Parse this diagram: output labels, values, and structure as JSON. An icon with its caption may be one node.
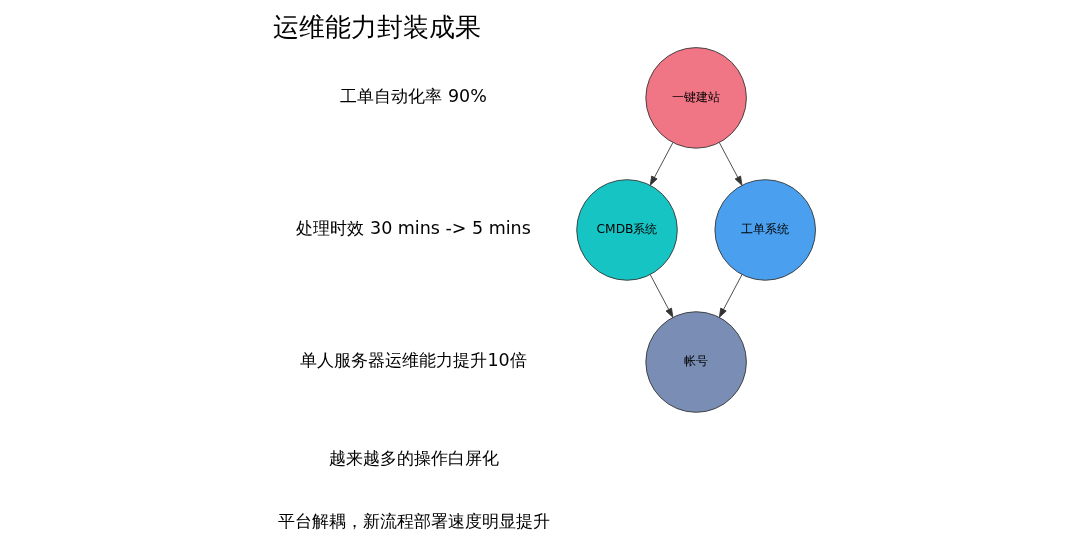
{
  "diagram": {
    "title": "运维能力封装成果",
    "nodes": [
      {
        "text": [
          "一键建站"
        ]
      },
      {
        "text": [
          "CMDB系统"
        ]
      },
      {
        "text": [
          "工单系统"
        ]
      },
      {
        "text": [
          "帐号"
        ]
      }
    ],
    "edges": [
      {
        "from": 0,
        "to": 1,
        "arrow": "to"
      },
      {
        "from": 0,
        "to": 2,
        "arrow": "to"
      },
      {
        "from": 1,
        "to": 3,
        "arrow": "to"
      },
      {
        "from": 2,
        "to": 3,
        "arrow": "to"
      }
    ],
    "labels": [
      "工单自动化率 90%",
      "处理时效 30 mins -> 5 mins",
      "单人服务器运维能力提升10倍",
      "越来越多的操作白屏化",
      "平台解耦，新流程部署速度明显提升"
    ]
  }
}
